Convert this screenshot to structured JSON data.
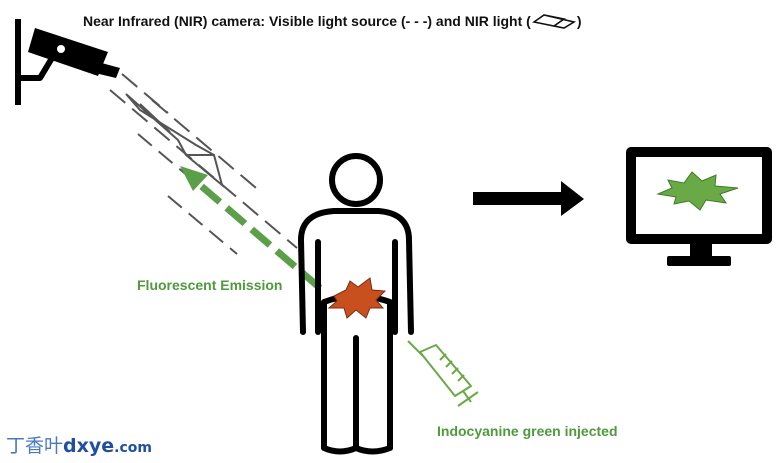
{
  "title": {
    "text": "Near Infrared (NIR)  camera: Visible light source (- - -) and NIR light (",
    "close": ")"
  },
  "labels": {
    "fluorescent_emission": "Fluorescent Emission",
    "injected": "Indocyanine green injected"
  },
  "watermark": {
    "cn": "丁香叶",
    "latin": "dxye",
    "domain": ".com"
  },
  "colors": {
    "green": "#5b9f48",
    "text_green": "#4f9a3d",
    "tumor": "#c8501f",
    "screen_green": "#6aaa46",
    "black": "#000000",
    "gray": "#555555"
  },
  "icons": {
    "camera": "security-camera-icon",
    "person": "person-outline-icon",
    "syringe": "syringe-icon",
    "monitor": "monitor-icon",
    "arrow": "right-arrow-icon"
  }
}
